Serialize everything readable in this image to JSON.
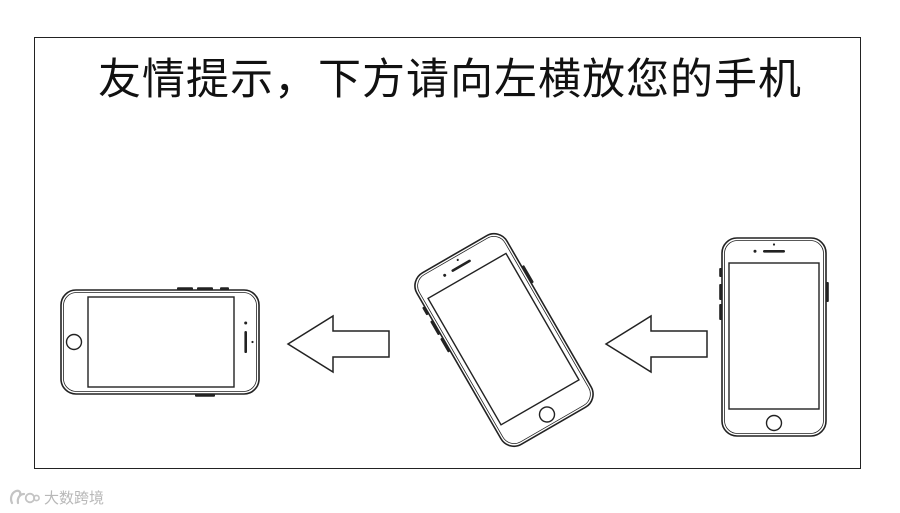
{
  "title": "友情提示，下方请向左横放您的手机",
  "watermark": {
    "text": "大数跨境",
    "logo_icon": "brand-logo-icon"
  },
  "diagram": {
    "steps": [
      {
        "name": "phone-upright",
        "orientation": "portrait"
      },
      {
        "name": "phone-tilted",
        "orientation": "tilted"
      },
      {
        "name": "phone-landscape",
        "orientation": "landscape-left"
      }
    ],
    "arrows": [
      {
        "name": "arrow-left-icon",
        "direction": "left"
      },
      {
        "name": "arrow-left-icon",
        "direction": "left"
      }
    ],
    "stroke_color": "#222222",
    "background_color": "#ffffff",
    "watermark_color": "#b8b8b8"
  }
}
